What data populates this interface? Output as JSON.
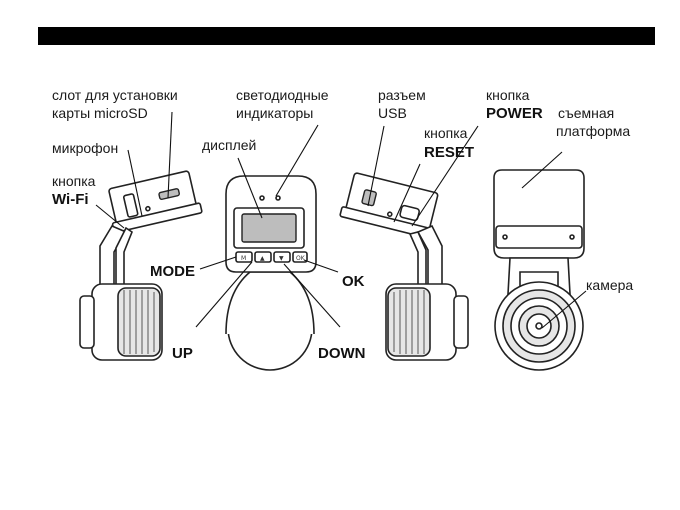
{
  "labels": {
    "microsd_slot_line1": "слот для установки",
    "microsd_slot_line2": "карты microSD",
    "microphone": "микрофон",
    "wifi_button_line1": "кнопка",
    "wifi_button_line2": "Wi-Fi",
    "led_line1": "светодиодные",
    "led_line2": "индикаторы",
    "display": "дисплей",
    "mode": "MODE",
    "up": "UP",
    "down": "DOWN",
    "ok": "OK",
    "usb_line1": "разъем",
    "usb_line2": "USB",
    "power_line1": "кнопка",
    "power_line2": "POWER",
    "reset_line1": "кнопка",
    "reset_line2": "RESET",
    "platform_line1": "съемная",
    "platform_line2": "платформа",
    "camera": "камера"
  },
  "colors": {
    "header_bar": "#000000",
    "outline": "#222222",
    "display_fill": "#bdbdbd",
    "lens_shade": "#e6e6e6"
  },
  "icons": [
    "device-left-view",
    "device-front-view",
    "device-right-view",
    "device-back-view"
  ]
}
